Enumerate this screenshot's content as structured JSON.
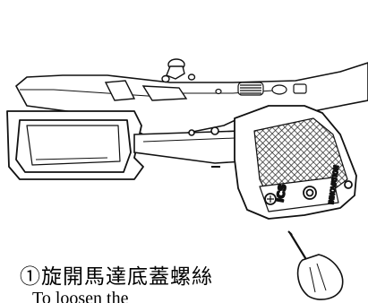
{
  "illustration": {
    "grip_logo_text": "ICS",
    "grip_brand_text": "INNOVATION"
  },
  "caption": {
    "step_text": "①旋開馬達底蓋螺絲",
    "sub_text": "To loosen the"
  }
}
